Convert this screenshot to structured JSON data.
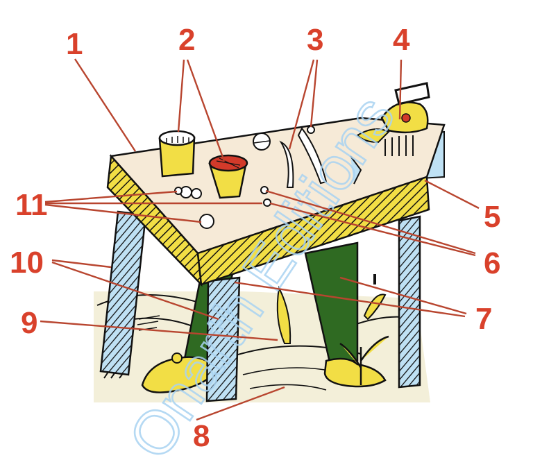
{
  "labels": [
    "1",
    "2",
    "3",
    "4",
    "5",
    "6",
    "7",
    "8",
    "9",
    "10",
    "11"
  ],
  "watermark": "Onarth Editions",
  "colors": {
    "callout": "#d9412b",
    "leader": "#b8452f",
    "table_top": "#f6ead7",
    "table_edge": "#f2de45",
    "legs": "#bfe1f4",
    "hose": "#2f6a22",
    "shoes": "#f2de45",
    "cup_red": "#d23a2a",
    "ground": "#f3efd9",
    "watermark": "#a9d3f2"
  }
}
